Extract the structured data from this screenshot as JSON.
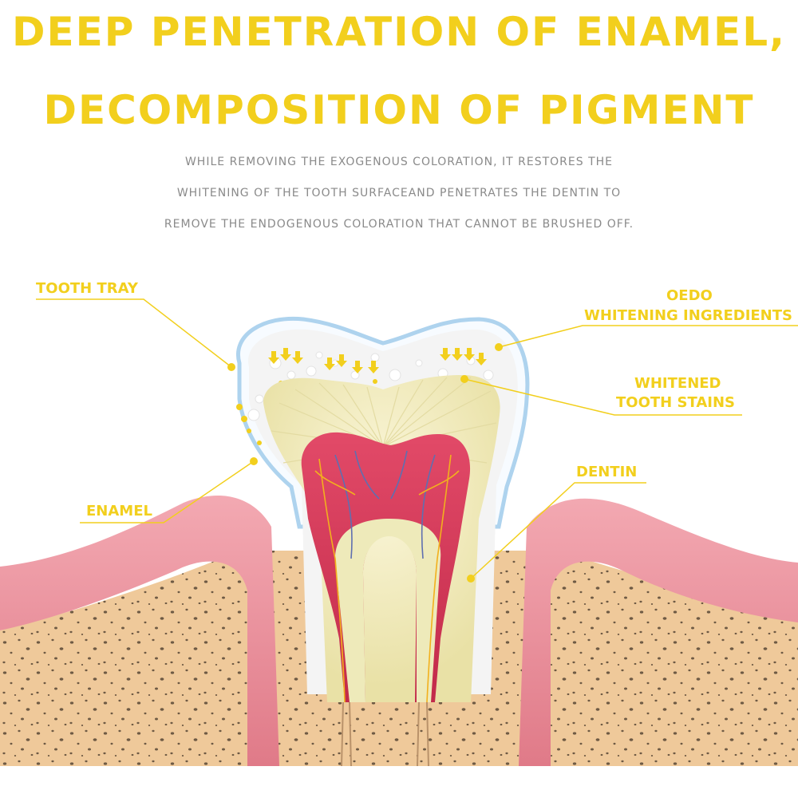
{
  "headline": {
    "line1": "DEEP PENETRATION OF ENAMEL,",
    "line2": "DECOMPOSITION OF PIGMENT"
  },
  "description": {
    "line1": "WHILE REMOVING THE EXOGENOUS COLORATION, IT RESTORES THE",
    "line2": "WHITENING OF THE TOOTH SURFACEAND PENETRATES THE DENTIN TO",
    "line3": "REMOVE THE ENDOGENOUS COLORATION THAT CANNOT BE BRUSHED OFF."
  },
  "labels": {
    "tooth_tray": "TOOTH TRAY",
    "ingredients_1": "OEDO",
    "ingredients_2": "WHITENING INGREDIENTS",
    "stains_1": "WHITENED",
    "stains_2": "TOOTH STAINS",
    "dentin": "DENTIN",
    "enamel": "ENAMEL"
  },
  "colors": {
    "accent": "#f2cf1d",
    "text_gray": "#8a8a8a",
    "gum": "#e88a96",
    "bone": "#efc99a",
    "pulp": "#d63a5a",
    "dentin": "#f1ecc0",
    "tray": "#aed3ee"
  }
}
